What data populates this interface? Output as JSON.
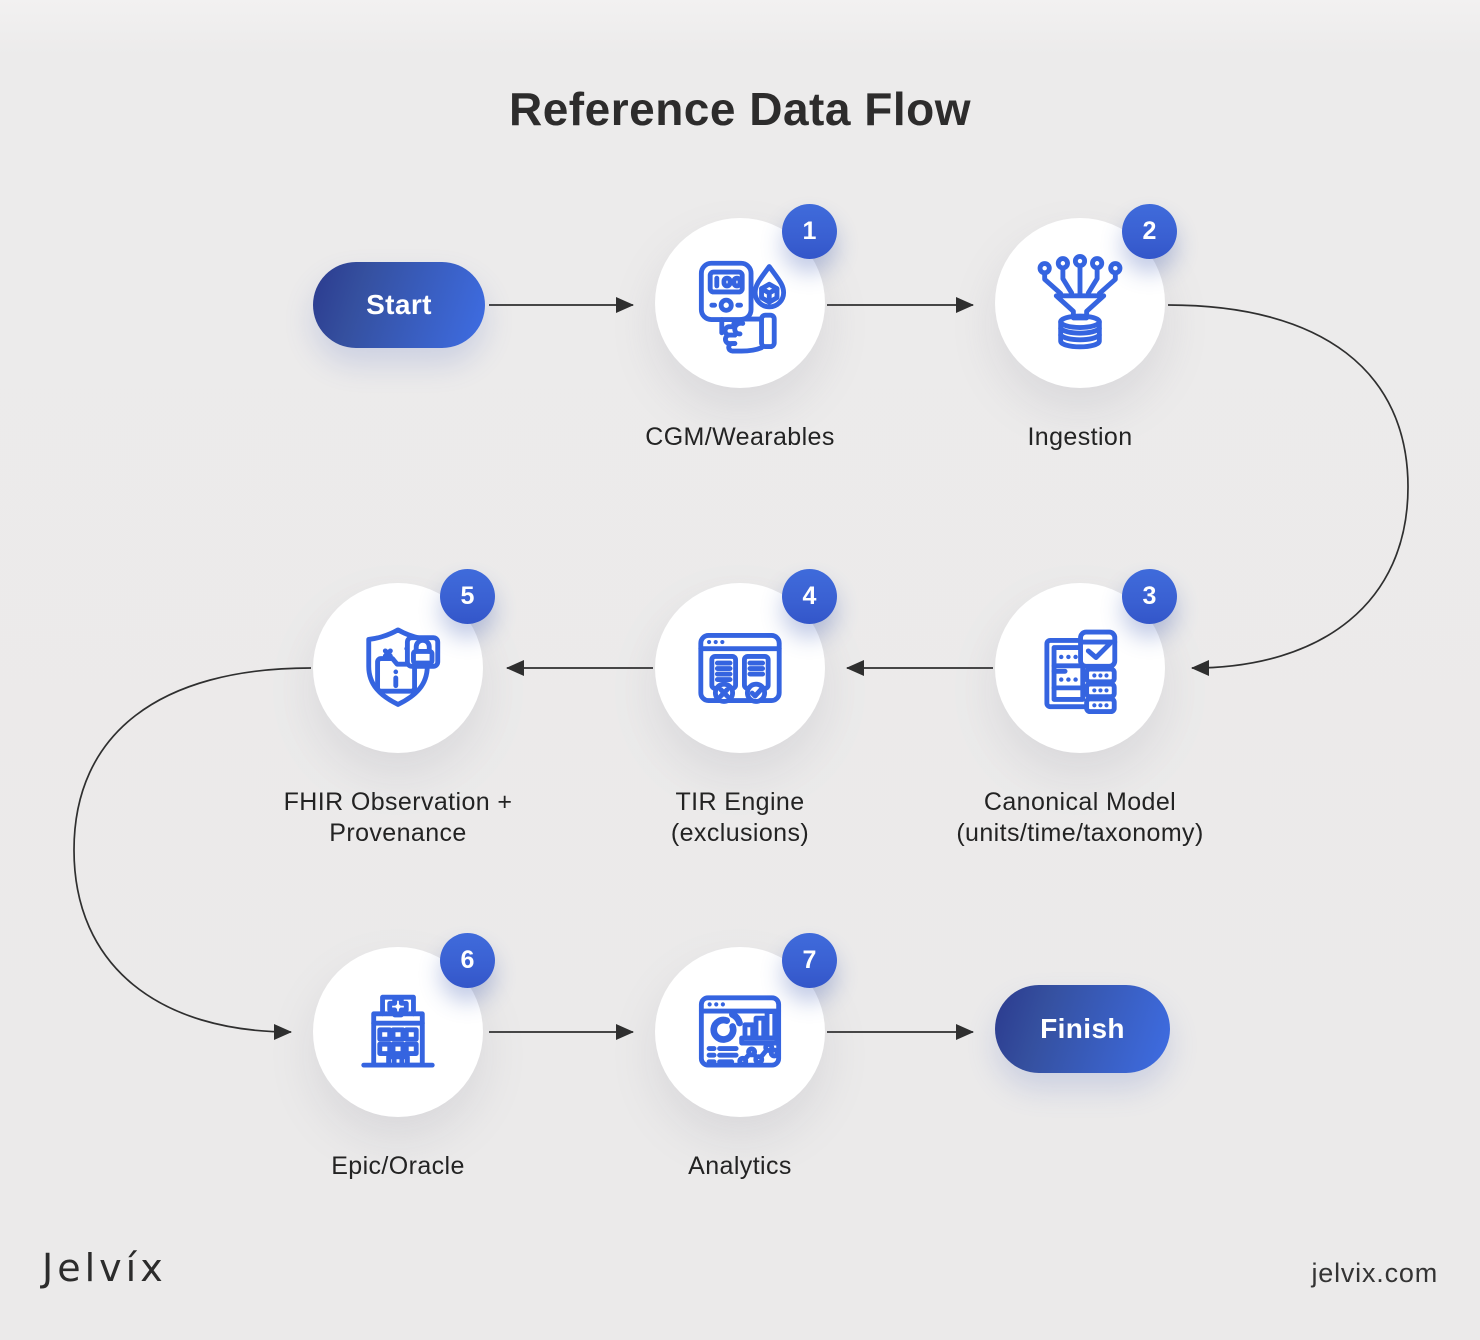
{
  "title": "Reference Data Flow",
  "start_label": "Start",
  "finish_label": "Finish",
  "steps": [
    {
      "number": "1",
      "label": "CGM/Wearables",
      "icon": "glucometer-hand-icon"
    },
    {
      "number": "2",
      "label": "Ingestion",
      "icon": "funnel-database-icon"
    },
    {
      "number": "3",
      "label": "Canonical Model\n(units/time/taxonomy)",
      "icon": "server-check-icon"
    },
    {
      "number": "4",
      "label": "TIR Engine\n(exclusions)",
      "icon": "window-compare-icon"
    },
    {
      "number": "5",
      "label": "FHIR Observation +\nProvenance",
      "icon": "shield-folder-lock-icon"
    },
    {
      "number": "6",
      "label": "Epic/Oracle",
      "icon": "hospital-building-icon"
    },
    {
      "number": "7",
      "label": "Analytics",
      "icon": "dashboard-charts-icon"
    }
  ],
  "footer": {
    "logo_text": "Jelvíx",
    "website": "jelvix.com"
  },
  "colors": {
    "background": "#EBEAEA",
    "icon_blue": "#3564E0",
    "badge_blue": "#3A60D2",
    "pill_gradient_start": "#2B3A8E",
    "pill_gradient_end": "#3E6DE4",
    "arrow": "#2F2F2F",
    "text": "#232323",
    "node_fill": "#FFFFFF"
  }
}
